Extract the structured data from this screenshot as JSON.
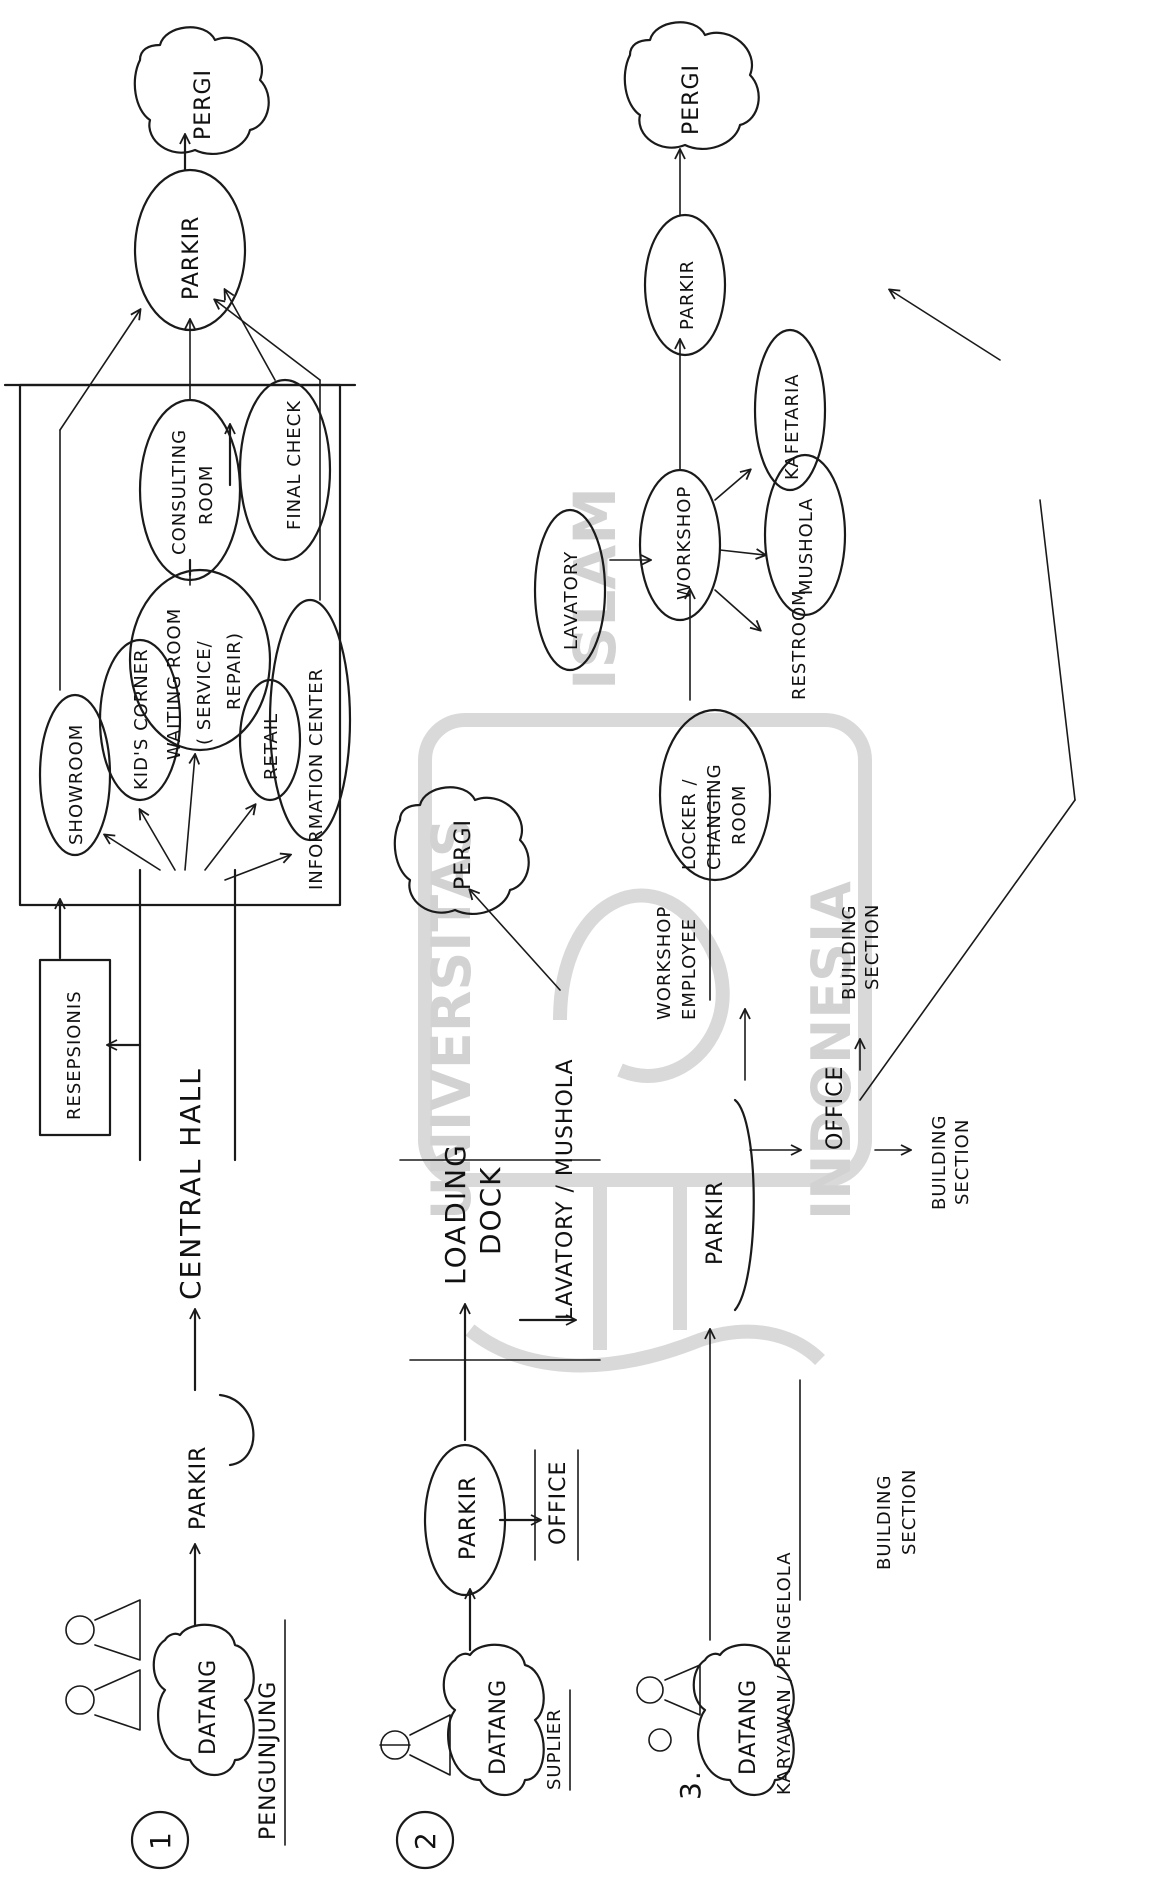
{
  "watermark": {
    "top": "ISLAM",
    "left": "UNIVERSITAS",
    "right": "INDONESIA"
  },
  "flow1": {
    "number": "1",
    "user": "PENGUNJUNG",
    "start": "DATANG",
    "parkir": "PARKIR",
    "resepsionis": "RESEPSIONIS",
    "central_hall": "CENTRAL HALL",
    "showroom": "SHOWROOM",
    "kids_corner": "KID'S CORNER",
    "waiting_room": [
      "WAITING ROOM",
      "( SERVICE/",
      "REPAIR",
      ")"
    ],
    "retail": "RETAIL",
    "information_center": "INFORMATION CENTER",
    "consulting_room": [
      "CONSULTING",
      "ROOM"
    ],
    "final_check": "FINAL CHECK",
    "parkir_end": "PARKIR",
    "end": "PERGI"
  },
  "flow2": {
    "number": "2",
    "user": "SUPLIER",
    "start": "DATANG",
    "parkir": "PARKIR",
    "office": "OFFICE",
    "loading_dock": [
      "LOADING",
      "DOCK"
    ],
    "lavatory_mushola": "LAVATORY / MUSHOLA",
    "end": "PERGI"
  },
  "flow3": {
    "number": "3.",
    "user": "KARYAWAN / PENGELOLA",
    "start": "DATANG",
    "parkir": "PARKIR",
    "office": "OFFICE",
    "workshop_employee": [
      "WORKSHOP",
      "EMPLOYEE"
    ],
    "building_section_1": [
      "BUILDING",
      "SECTION"
    ],
    "building_section_2": [
      "BUILDING",
      "SECTION"
    ],
    "building_section_3": [
      "BUILDING",
      "SECTION"
    ],
    "locker": [
      "LOCKER /",
      "CHANGING",
      "ROOM"
    ],
    "lavatory": "LAVATORY",
    "workshop": "WORKSHOP",
    "restroom": "RESTROOM",
    "mushola": "MUSHOLA",
    "kafetaria": "KAFETARIA",
    "parkir_end": "PARKIR",
    "end": "PERGI"
  }
}
